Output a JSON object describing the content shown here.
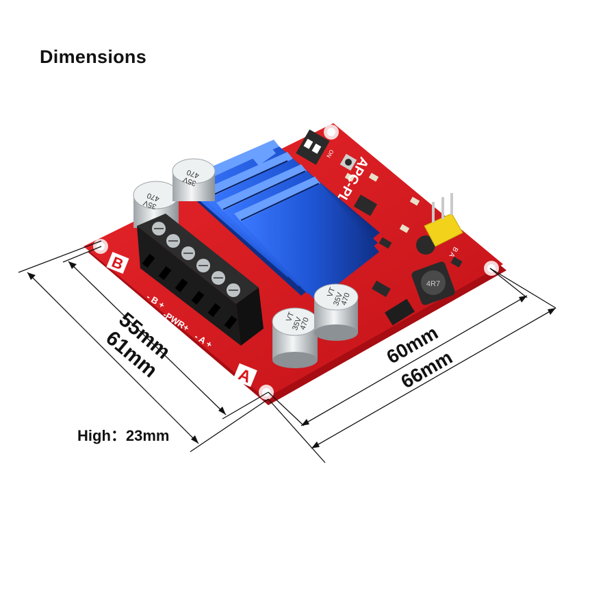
{
  "heading": "Dimensions",
  "height_label": "High：23mm",
  "dimensions": {
    "inner_left": "55mm",
    "outer_left": "61mm",
    "inner_right": "60mm",
    "outer_right": "66mm"
  },
  "board": {
    "model_label": "APC-PL",
    "terminal_labels": [
      "- B +",
      "-PWR+",
      "- A +"
    ],
    "channel_a": "A",
    "channel_b": "B",
    "capacitor_value": "470",
    "capacitor_voltage": "35V",
    "capacitor_series": "VT",
    "dip_label": "ON",
    "header_label": "B A",
    "inductor_label": "4R7"
  },
  "colors": {
    "pcb_red": "#d9161c",
    "pcb_edge": "#a70d12",
    "heatsink_blue": "#1f56d6",
    "heatsink_dark": "#0f2f86",
    "terminal_black": "#1b1b1b",
    "pin_gold": "#f2d21a",
    "cap_silver": "#d9dde0"
  }
}
